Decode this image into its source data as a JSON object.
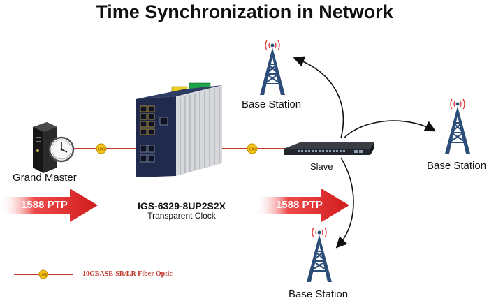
{
  "title": "Time Synchronization in Network",
  "nodes": {
    "grand_master": {
      "label": "Grand Master"
    },
    "switch": {
      "model": "IGS-6329-8UP2S2X",
      "role": "Transparent Clock"
    },
    "slave": {
      "label": "Slave"
    },
    "base_station_top": {
      "label": "Base Station"
    },
    "base_station_right": {
      "label": "Base Station"
    },
    "base_station_bottom": {
      "label": "Base Station"
    }
  },
  "ptp_arrows": [
    {
      "label": "1588 PTP"
    },
    {
      "label": "1588 PTP"
    }
  ],
  "link_badge": "10G",
  "legend": {
    "label": "10GBASE-SR/LR Fiber Optic",
    "badge": "10G"
  },
  "colors": {
    "fiber": "#c0392b",
    "badge": "#f5c518",
    "arrow": "#d01c1c",
    "switch_body": "#1f2a4d",
    "tower": "#2b4d78",
    "signal": "#e53935"
  },
  "icons": [
    "server-icon",
    "clock-icon",
    "switch-icon",
    "tower-icon",
    "ptp-arrow-icon"
  ]
}
